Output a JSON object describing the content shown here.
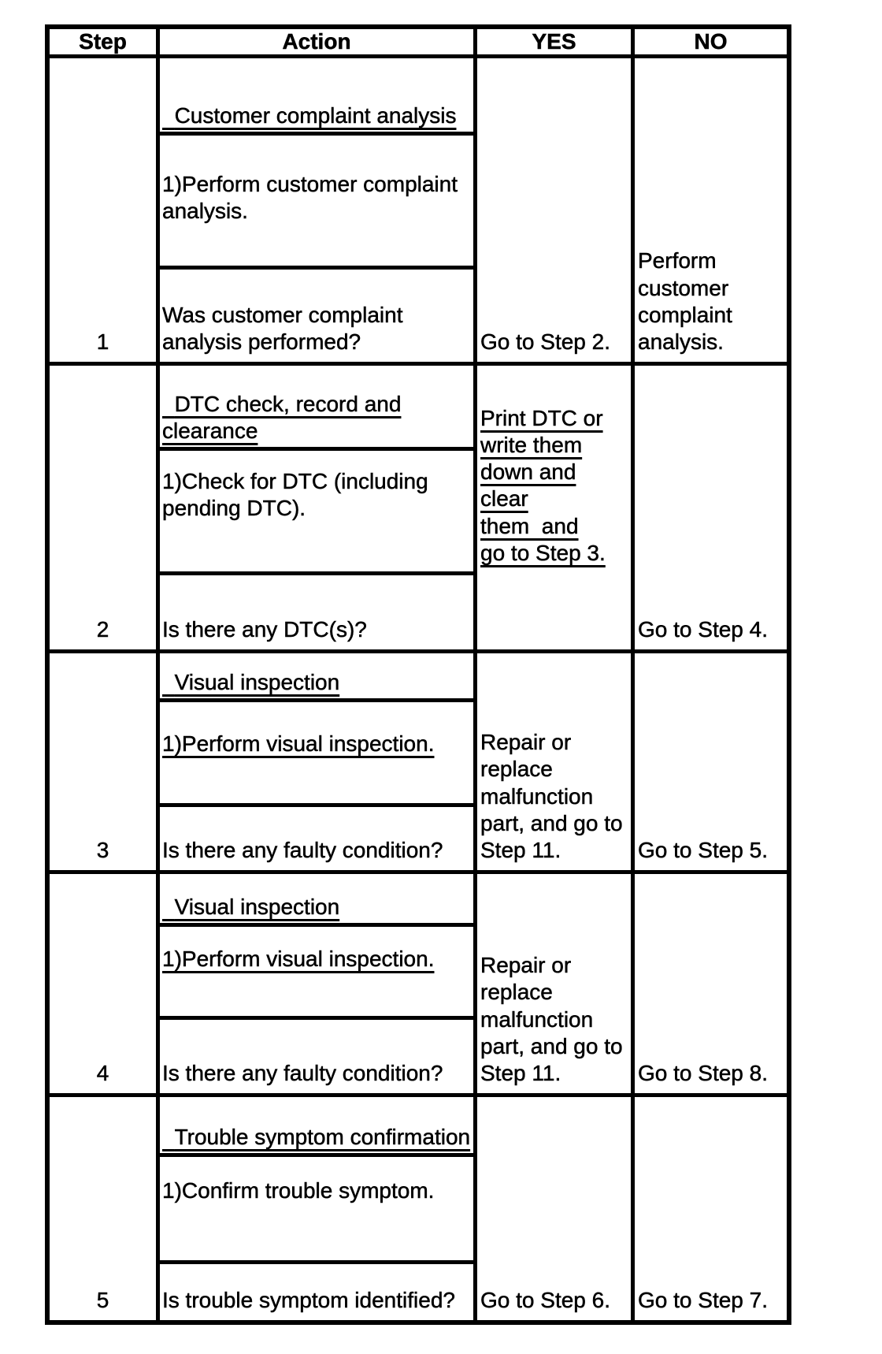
{
  "table": {
    "headers": {
      "step": "Step",
      "action": "Action",
      "yes": "YES",
      "no": "NO"
    },
    "rows": [
      {
        "step": "1",
        "action_title": "Customer complaint analysis",
        "action_procedure": "1)Perform customer complaint\nanalysis.",
        "action_question": "Was customer complaint\nanalysis performed?",
        "yes": "Go to Step 2.",
        "no": "Perform\ncustomer\ncomplaint\nanalysis."
      },
      {
        "step": "2",
        "action_title": "DTC check, record and\nclearance",
        "action_procedure": "1)Check for DTC (including\npending DTC).",
        "action_question": "Is there any DTC(s)?",
        "yes": "Print DTC or\nwrite them\ndown and clear\nthem  and\ngo to Step 3.",
        "no": "Go to Step 4."
      },
      {
        "step": "3",
        "action_title": "Visual inspection",
        "action_procedure": "1)Perform visual inspection.",
        "action_question": "Is there any faulty condition?",
        "yes": "Repair or\nreplace\nmalfunction\npart, and go to\nStep 11.",
        "no": "Go to Step 5."
      },
      {
        "step": "4",
        "action_title": "Visual inspection",
        "action_procedure": "1)Perform visual inspection.",
        "action_question": "Is there any faulty condition?",
        "yes": "Repair or\nreplace\nmalfunction\npart, and go to\nStep 11.",
        "no": "Go to Step 8."
      },
      {
        "step": "5",
        "action_title": "Trouble symptom confirmation",
        "action_procedure": "1)Confirm trouble symptom.",
        "action_question": "Is trouble symptom identified?",
        "yes": "Go to Step 6.",
        "no": "Go to Step 7."
      }
    ]
  }
}
